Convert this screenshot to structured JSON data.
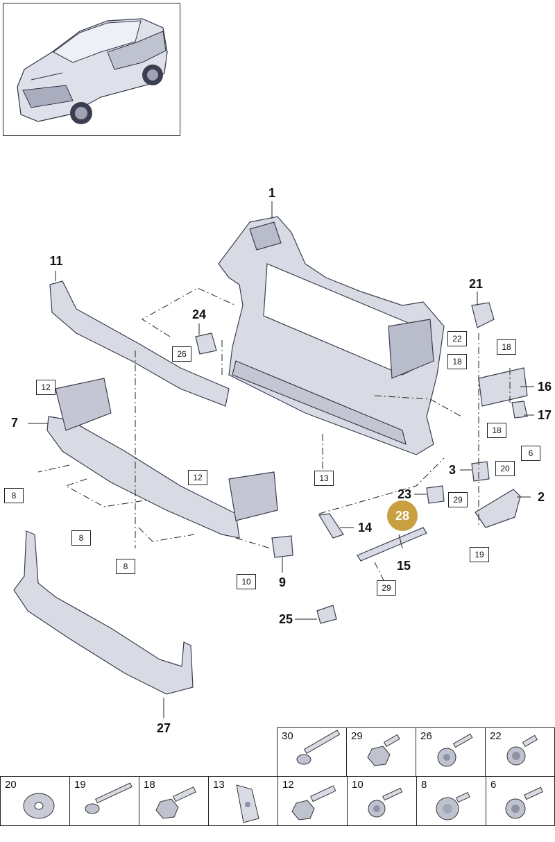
{
  "callouts": {
    "c1": "1",
    "c2": "2",
    "c3": "3",
    "c7": "7",
    "c9": "9",
    "c11": "11",
    "c14": "14",
    "c15": "15",
    "c16": "16",
    "c17": "17",
    "c21": "21",
    "c23": "23",
    "c24": "24",
    "c25": "25",
    "c27": "27"
  },
  "highlighted_part": "28",
  "boxed_labels": {
    "b12a": "12",
    "b12b": "12",
    "b8a": "8",
    "b8b": "8",
    "b8c": "8",
    "b10": "10",
    "b13": "13",
    "b18a": "18",
    "b18b": "18",
    "b18c": "18",
    "b22": "22",
    "b26": "26",
    "b29a": "29",
    "b29b": "29",
    "b20": "20",
    "b6": "6",
    "b19": "19"
  },
  "fastener_table": {
    "top_row": [
      "30",
      "29",
      "26",
      "22"
    ],
    "bottom_row": [
      "20",
      "19",
      "18",
      "13",
      "12",
      "10",
      "8",
      "6"
    ]
  },
  "colors": {
    "part_fill": "#d9dbe4",
    "part_stroke": "#3a3d4e",
    "highlight": "#c8a040"
  }
}
